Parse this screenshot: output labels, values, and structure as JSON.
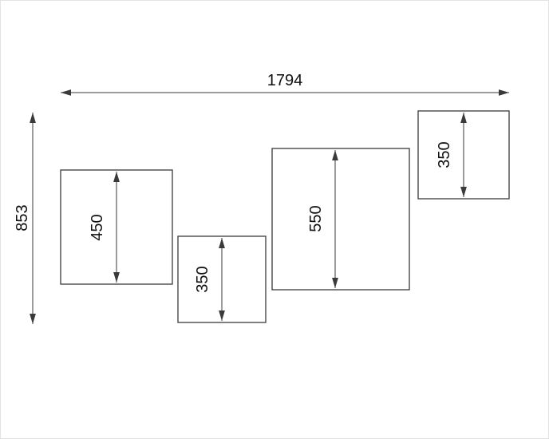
{
  "drawing": {
    "type": "dimensioned-technical-drawing",
    "background_color": "#ffffff",
    "line_color": "#3a3a3a",
    "text_color": "#111111",
    "overall": {
      "width_label": "1794",
      "height_label": "853"
    },
    "boxes": [
      {
        "label": "450"
      },
      {
        "label": "350"
      },
      {
        "label": "550"
      },
      {
        "label": "350"
      }
    ]
  }
}
